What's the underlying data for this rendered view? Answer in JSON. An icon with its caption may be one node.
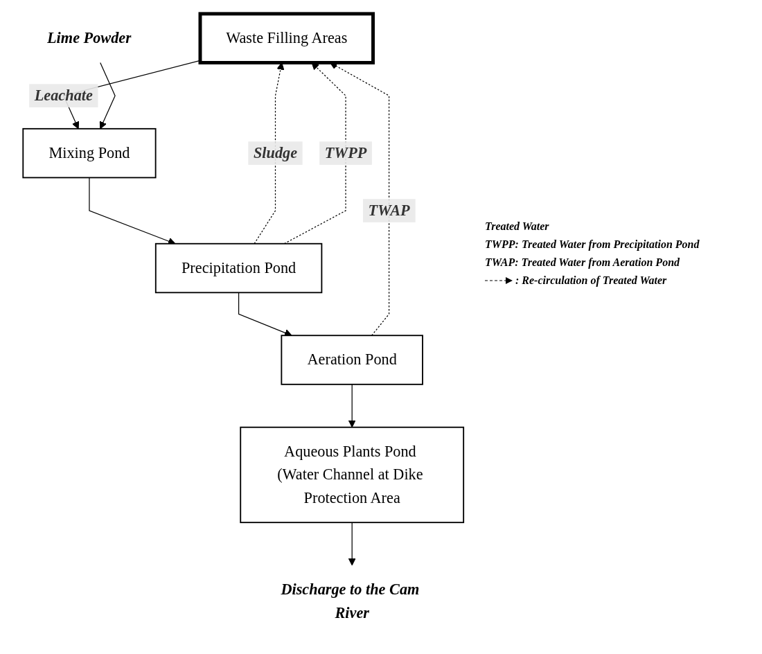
{
  "diagram": {
    "nodes": [
      {
        "text": [
          "Waste Filling Areas"
        ]
      },
      {
        "text": [
          "Mixing Pond"
        ]
      },
      {
        "text": [
          "Precipitation Pond"
        ]
      },
      {
        "text": [
          "Aeration Pond"
        ]
      },
      {
        "text": [
          "Aqueous Plants Pond (Water Channel at Dike Protection Area"
        ]
      },
      {
        "text": [
          "Discharge to the Cam River"
        ]
      },
      {
        "text": [
          "Lime Powder"
        ]
      }
    ],
    "edges": [
      {
        "from": 0,
        "to": 1,
        "arrow": "to",
        "label": "Leachate"
      },
      {
        "from": 6,
        "to": 1,
        "arrow": "to"
      },
      {
        "from": 1,
        "to": 2,
        "arrow": "to"
      },
      {
        "from": 2,
        "to": 3,
        "arrow": "to"
      },
      {
        "from": 3,
        "to": 4,
        "arrow": "to"
      },
      {
        "from": 4,
        "to": 5,
        "arrow": "to"
      },
      {
        "from": 2,
        "to": 0,
        "arrow": "to",
        "label": "Sludge",
        "style": "dashed"
      },
      {
        "from": 2,
        "to": 0,
        "arrow": "to",
        "label": "TWPP",
        "style": "dashed"
      },
      {
        "from": 3,
        "to": 0,
        "arrow": "to",
        "label": "TWAP",
        "style": "dashed"
      }
    ],
    "labels": [
      "Treated Water",
      "TWPP: Treated Water from Precipitation Pond",
      "TWAP: Treated Water from Aeration Pond"
    ],
    "legend": [
      {
        "text": ": Re-circulation of Treated Water"
      }
    ]
  }
}
